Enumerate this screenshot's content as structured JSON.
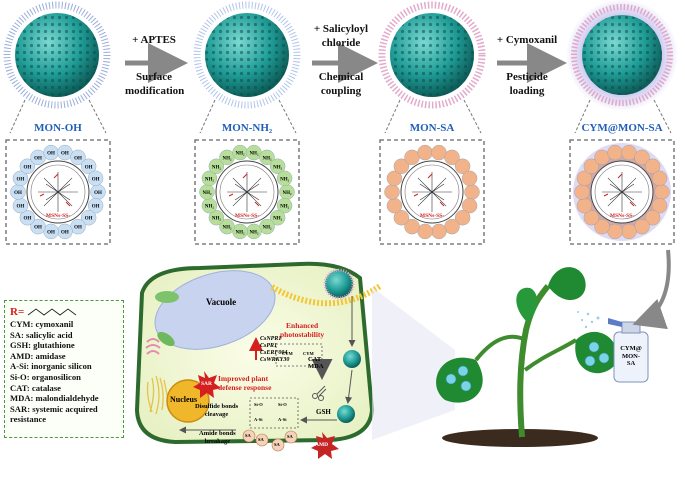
{
  "steps": [
    {
      "top": "+ APTES",
      "bottom": [
        "Surface",
        "modification"
      ]
    },
    {
      "top": [
        "+ Salicyloyl",
        "chloride"
      ],
      "bottom": [
        "Chemical",
        "coupling"
      ]
    },
    {
      "top": "+ Cymoxanil",
      "bottom": [
        "Pesticide",
        "loading"
      ]
    }
  ],
  "particles": [
    {
      "label": "MON-OH",
      "group": "OH",
      "color": "#c9dff3"
    },
    {
      "label": "MON-NH₂",
      "group": "NH₂",
      "color": "#b7df9b"
    },
    {
      "label": "MON-SA",
      "group": "",
      "color": "#f3b38a"
    },
    {
      "label": "CYM@MON-SA",
      "group": "",
      "color": "#f3b38a"
    }
  ],
  "core_label": "MSNs-SS-",
  "legend": {
    "r_label": "R=",
    "items": [
      "CYM: cymoxanil",
      "SA: salicylic acid",
      "GSH: glutathione",
      "AMD: amidase",
      "A-Si:  inorganic silicon",
      "Si-O: organosilicon",
      "CAT: catalase",
      "MDA: malondialdehyde",
      "SAR: systemic acquired",
      "resistance"
    ]
  },
  "cell": {
    "vacuole": "Vacuole",
    "nucleus": "Nucleus",
    "sar": "SAR",
    "genes": [
      "CsNPR1",
      "CsPR1",
      "CsERF004",
      "CsWRKY30"
    ],
    "cat_mda": [
      "CAT",
      "MDA"
    ],
    "improved": [
      "Improved plant",
      "defense response"
    ],
    "enhanced": [
      "Enhanced",
      "photostability"
    ],
    "cym_tags": [
      "CYM",
      "CYM"
    ],
    "gsh": "GSH",
    "disulfide": [
      "Disulfide bonds",
      "cleavage"
    ],
    "amide": [
      "Amide bonds",
      "breakage"
    ],
    "amd": "AMD",
    "si_tags": [
      "Si-O",
      "Si-O",
      "A-Si",
      "A-Si"
    ],
    "sa_tags": [
      "SA",
      "SA",
      "SA",
      "SA"
    ]
  },
  "spray_label": [
    "CYM@",
    "MON-",
    "SA"
  ]
}
